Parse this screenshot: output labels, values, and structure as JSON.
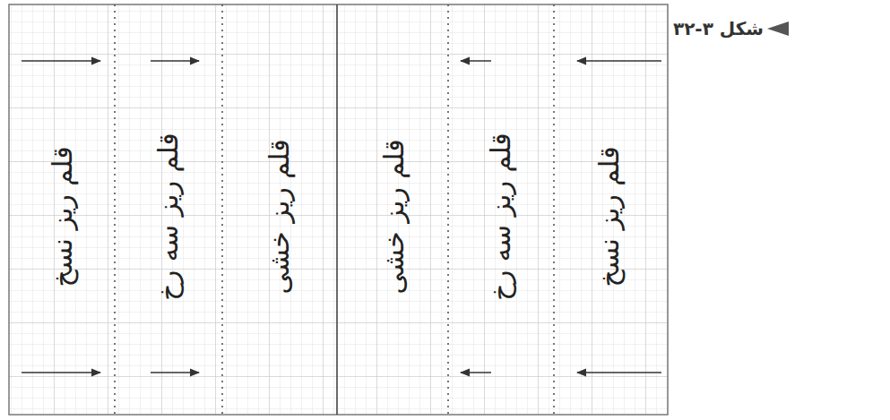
{
  "diagram": {
    "caption": "شکل ۳-۳۲",
    "labels": [
      "قلم ریز نسخ",
      "قلم ریز سه رخ",
      "قلم ریز خشی",
      "قلم ریز خشی",
      "قلم ریز سه رخ",
      "قلم ریز نسخ"
    ]
  }
}
